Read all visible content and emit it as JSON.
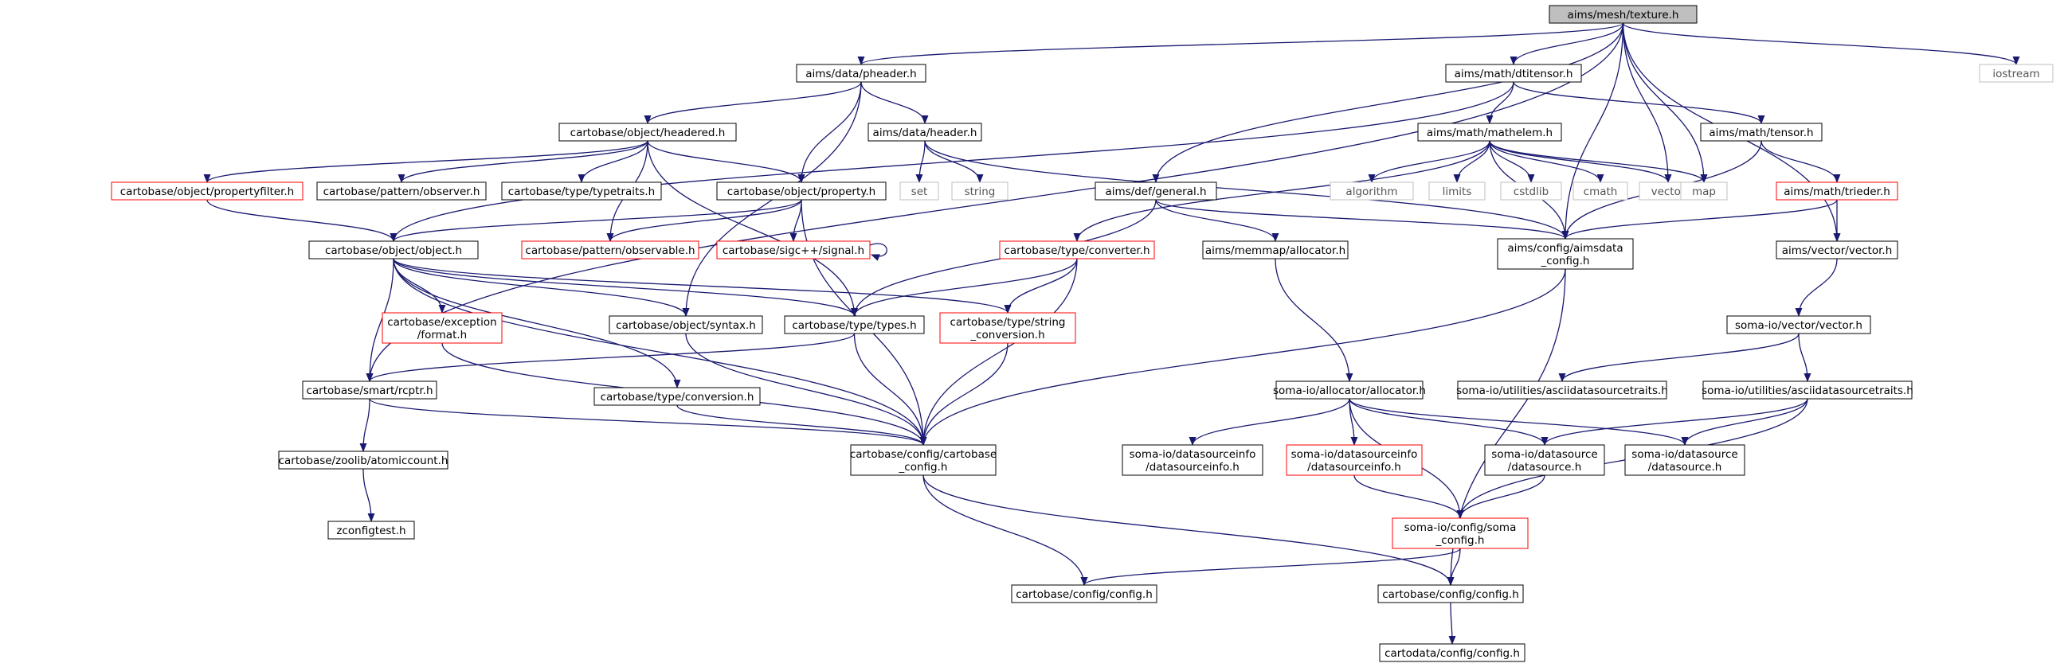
{
  "nodes": [
    {
      "id": "texture",
      "label": [
        "aims/mesh/texture.h"
      ],
      "style": "root"
    },
    {
      "id": "pheader",
      "label": [
        "aims/data/pheader.h"
      ],
      "style": "normal"
    },
    {
      "id": "dtitensor",
      "label": [
        "aims/math/dtitensor.h"
      ],
      "style": "normal"
    },
    {
      "id": "iostream",
      "label": [
        "iostream"
      ],
      "style": "leaf"
    },
    {
      "id": "headered",
      "label": [
        "cartobase/object/headered.h"
      ],
      "style": "normal"
    },
    {
      "id": "header",
      "label": [
        "aims/data/header.h"
      ],
      "style": "normal"
    },
    {
      "id": "mathelem",
      "label": [
        "aims/math/mathelem.h"
      ],
      "style": "normal"
    },
    {
      "id": "tensor",
      "label": [
        "aims/math/tensor.h"
      ],
      "style": "normal"
    },
    {
      "id": "propertyfilter",
      "label": [
        "cartobase/object/propertyfilter.h"
      ],
      "style": "red"
    },
    {
      "id": "observer",
      "label": [
        "cartobase/pattern/observer.h"
      ],
      "style": "normal"
    },
    {
      "id": "typetraits",
      "label": [
        "cartobase/type/typetraits.h"
      ],
      "style": "normal"
    },
    {
      "id": "property",
      "label": [
        "cartobase/object/property.h"
      ],
      "style": "normal"
    },
    {
      "id": "set",
      "label": [
        "set"
      ],
      "style": "leaf"
    },
    {
      "id": "string",
      "label": [
        "string"
      ],
      "style": "leaf"
    },
    {
      "id": "general",
      "label": [
        "aims/def/general.h"
      ],
      "style": "normal"
    },
    {
      "id": "algorithm",
      "label": [
        "algorithm"
      ],
      "style": "leaf"
    },
    {
      "id": "limits",
      "label": [
        "limits"
      ],
      "style": "leaf"
    },
    {
      "id": "cstdlib",
      "label": [
        "cstdlib"
      ],
      "style": "leaf"
    },
    {
      "id": "cmath",
      "label": [
        "cmath"
      ],
      "style": "leaf"
    },
    {
      "id": "vector",
      "label": [
        "vector"
      ],
      "style": "leaf"
    },
    {
      "id": "map",
      "label": [
        "map"
      ],
      "style": "leaf"
    },
    {
      "id": "trieder",
      "label": [
        "aims/math/trieder.h"
      ],
      "style": "red"
    },
    {
      "id": "object",
      "label": [
        "cartobase/object/object.h"
      ],
      "style": "normal"
    },
    {
      "id": "observable",
      "label": [
        "cartobase/pattern/observable.h"
      ],
      "style": "red"
    },
    {
      "id": "signal",
      "label": [
        "cartobase/sigc++/signal.h"
      ],
      "style": "red"
    },
    {
      "id": "converter",
      "label": [
        "cartobase/type/converter.h"
      ],
      "style": "red"
    },
    {
      "id": "allocator",
      "label": [
        "aims/memmap/allocator.h"
      ],
      "style": "normal"
    },
    {
      "id": "aimsdata_config",
      "label": [
        "aims/config/aimsdata",
        "_config.h"
      ],
      "style": "normal"
    },
    {
      "id": "aimsvector",
      "label": [
        "aims/vector/vector.h"
      ],
      "style": "normal"
    },
    {
      "id": "exception_format",
      "label": [
        "cartobase/exception",
        "/format.h"
      ],
      "style": "red"
    },
    {
      "id": "syntax",
      "label": [
        "cartobase/object/syntax.h"
      ],
      "style": "normal"
    },
    {
      "id": "types",
      "label": [
        "cartobase/type/types.h"
      ],
      "style": "normal"
    },
    {
      "id": "string_conversion",
      "label": [
        "cartobase/type/string",
        "_conversion.h"
      ],
      "style": "red"
    },
    {
      "id": "somavector",
      "label": [
        "soma-io/vector/vector.h"
      ],
      "style": "normal"
    },
    {
      "id": "rcptr",
      "label": [
        "cartobase/smart/rcptr.h"
      ],
      "style": "normal"
    },
    {
      "id": "conversion",
      "label": [
        "cartobase/type/conversion.h"
      ],
      "style": "normal"
    },
    {
      "id": "soma_allocator",
      "label": [
        "soma-io/allocator/allocator.h"
      ],
      "style": "normal"
    },
    {
      "id": "asciitraits1",
      "label": [
        "soma-io/utilities/asciidatasourcetraits.h"
      ],
      "style": "normal"
    },
    {
      "id": "asciitraits2",
      "label": [
        "soma-io/utilities/asciidatasourcetraits.h"
      ],
      "style": "normal"
    },
    {
      "id": "atomiccount",
      "label": [
        "cartobase/zoolib/atomiccount.h"
      ],
      "style": "normal"
    },
    {
      "id": "cartobase_config",
      "label": [
        "cartobase/config/cartobase",
        "_config.h"
      ],
      "style": "normal"
    },
    {
      "id": "dsinfo1",
      "label": [
        "soma-io/datasourceinfo",
        "/datasourceinfo.h"
      ],
      "style": "normal"
    },
    {
      "id": "dsinfo2",
      "label": [
        "soma-io/datasourceinfo",
        "/datasourceinfo.h"
      ],
      "style": "red"
    },
    {
      "id": "datasource1",
      "label": [
        "soma-io/datasource",
        "/datasource.h"
      ],
      "style": "normal"
    },
    {
      "id": "datasource2",
      "label": [
        "soma-io/datasource",
        "/datasource.h"
      ],
      "style": "normal"
    },
    {
      "id": "zconfigtest",
      "label": [
        "zconfigtest.h"
      ],
      "style": "normal"
    },
    {
      "id": "soma_config",
      "label": [
        "soma-io/config/soma",
        "_config.h"
      ],
      "style": "red"
    },
    {
      "id": "config1",
      "label": [
        "cartobase/config/config.h"
      ],
      "style": "normal"
    },
    {
      "id": "config2",
      "label": [
        "cartobase/config/config.h"
      ],
      "style": "normal"
    },
    {
      "id": "cartodata_config",
      "label": [
        "cartodata/config/config.h"
      ],
      "style": "normal"
    }
  ],
  "edges": [
    [
      "texture",
      "pheader"
    ],
    [
      "texture",
      "dtitensor"
    ],
    [
      "texture",
      "iostream"
    ],
    [
      "texture",
      "general"
    ],
    [
      "texture",
      "vector"
    ],
    [
      "texture",
      "map"
    ],
    [
      "texture",
      "aimsvector"
    ],
    [
      "texture",
      "aimsdata_config"
    ],
    [
      "texture",
      "rcptr"
    ],
    [
      "pheader",
      "headered"
    ],
    [
      "pheader",
      "header"
    ],
    [
      "pheader",
      "property"
    ],
    [
      "pheader",
      "syntax"
    ],
    [
      "dtitensor",
      "mathelem"
    ],
    [
      "dtitensor",
      "tensor"
    ],
    [
      "dtitensor",
      "object"
    ],
    [
      "headered",
      "propertyfilter"
    ],
    [
      "headered",
      "observer"
    ],
    [
      "headered",
      "typetraits"
    ],
    [
      "headered",
      "property"
    ],
    [
      "headered",
      "observable"
    ],
    [
      "headered",
      "types"
    ],
    [
      "header",
      "set"
    ],
    [
      "header",
      "string"
    ],
    [
      "header",
      "aimsdata_config"
    ],
    [
      "mathelem",
      "algorithm"
    ],
    [
      "mathelem",
      "limits"
    ],
    [
      "mathelem",
      "cstdlib"
    ],
    [
      "mathelem",
      "cmath"
    ],
    [
      "mathelem",
      "vector"
    ],
    [
      "mathelem",
      "map"
    ],
    [
      "mathelem",
      "converter"
    ],
    [
      "mathelem",
      "aimsdata_config"
    ],
    [
      "tensor",
      "trieder"
    ],
    [
      "tensor",
      "aimsdata_config"
    ],
    [
      "trieder",
      "aimsdata_config"
    ],
    [
      "trieder",
      "aimsvector"
    ],
    [
      "propertyfilter",
      "object"
    ],
    [
      "property",
      "object"
    ],
    [
      "property",
      "observable"
    ],
    [
      "property",
      "signal"
    ],
    [
      "property",
      "cartobase_config"
    ],
    [
      "signal",
      "signal"
    ],
    [
      "general",
      "allocator"
    ],
    [
      "general",
      "types"
    ],
    [
      "general",
      "aimsdata_config"
    ],
    [
      "object",
      "exception_format"
    ],
    [
      "object",
      "syntax"
    ],
    [
      "object",
      "types"
    ],
    [
      "object",
      "string_conversion"
    ],
    [
      "object",
      "rcptr"
    ],
    [
      "object",
      "conversion"
    ],
    [
      "object",
      "cartobase_config"
    ],
    [
      "converter",
      "types"
    ],
    [
      "converter",
      "string_conversion"
    ],
    [
      "converter",
      "cartobase_config"
    ],
    [
      "allocator",
      "soma_allocator"
    ],
    [
      "aimsdata_config",
      "cartobase_config"
    ],
    [
      "aimsdata_config",
      "config2"
    ],
    [
      "aimsvector",
      "somavector"
    ],
    [
      "somavector",
      "asciitraits1"
    ],
    [
      "somavector",
      "asciitraits2"
    ],
    [
      "exception_format",
      "cartobase_config"
    ],
    [
      "syntax",
      "cartobase_config"
    ],
    [
      "types",
      "rcptr"
    ],
    [
      "types",
      "cartobase_config"
    ],
    [
      "string_conversion",
      "cartobase_config"
    ],
    [
      "rcptr",
      "atomiccount"
    ],
    [
      "rcptr",
      "cartobase_config"
    ],
    [
      "conversion",
      "cartobase_config"
    ],
    [
      "atomiccount",
      "zconfigtest"
    ],
    [
      "soma_allocator",
      "dsinfo1"
    ],
    [
      "soma_allocator",
      "dsinfo2"
    ],
    [
      "soma_allocator",
      "datasource1"
    ],
    [
      "soma_allocator",
      "datasource2"
    ],
    [
      "soma_allocator",
      "soma_config"
    ],
    [
      "asciitraits2",
      "datasource1"
    ],
    [
      "asciitraits2",
      "datasource2"
    ],
    [
      "asciitraits2",
      "soma_config"
    ],
    [
      "dsinfo2",
      "soma_config"
    ],
    [
      "datasource1",
      "soma_config"
    ],
    [
      "soma_config",
      "config1"
    ],
    [
      "soma_config",
      "config2"
    ],
    [
      "cartobase_config",
      "config1"
    ],
    [
      "cartobase_config",
      "config2"
    ],
    [
      "config2",
      "cartodata_config"
    ]
  ],
  "colors": {
    "edge": "#191970",
    "node_border": "#000000",
    "red_border": "#ff0000",
    "leaf_border": "#bfbfbf",
    "root_fill": "#bfbfbf"
  }
}
